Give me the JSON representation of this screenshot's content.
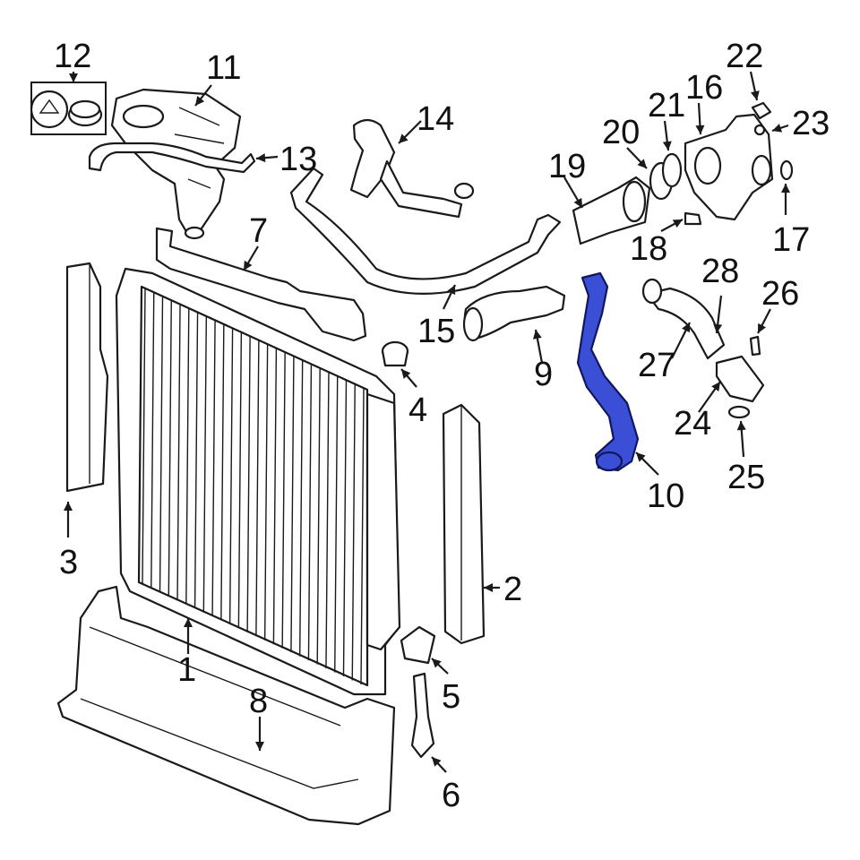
{
  "callouts": {
    "c1": "1",
    "c2": "2",
    "c3": "3",
    "c4": "4",
    "c5": "5",
    "c6": "6",
    "c7": "7",
    "c8": "8",
    "c9": "9",
    "c10": "10",
    "c11": "11",
    "c12": "12",
    "c13": "13",
    "c14": "14",
    "c15": "15",
    "c16": "16",
    "c17": "17",
    "c18": "18",
    "c19": "19",
    "c20": "20",
    "c21": "21",
    "c22": "22",
    "c23": "23",
    "c24": "24",
    "c25": "25",
    "c26": "26",
    "c27": "27",
    "c28": "28"
  },
  "highlight_color": "#3a4fd6",
  "highlighted_part": "10"
}
